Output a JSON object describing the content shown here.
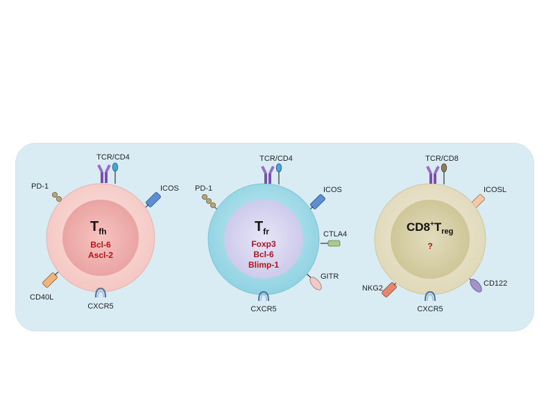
{
  "cells": [
    {
      "name": "tfh",
      "title_main": "T",
      "title_sub": "fh",
      "factors": [
        "Bcl-6",
        "Ascl-2"
      ],
      "receptors": {
        "tcr": "TCR/CD4",
        "pd1": "PD-1",
        "icos": "ICOS",
        "cd40l": "CD40L",
        "cxcr5": "CXCR5"
      }
    },
    {
      "name": "tfr",
      "title_main": "T",
      "title_sub": "fr",
      "factors": [
        "Foxp3",
        "Bcl-6",
        "Blimp-1"
      ],
      "receptors": {
        "tcr": "TCR/CD4",
        "pd1": "PD-1",
        "icos": "ICOS",
        "ctla4": "CTLA4",
        "gitr": "GITR",
        "cxcr5": "CXCR5"
      }
    },
    {
      "name": "cd8treg",
      "title_main": "CD8",
      "title_sup": "+",
      "title_main2": "T",
      "title_sub": "reg",
      "factors": [
        "?"
      ],
      "receptors": {
        "tcr": "TCR/CD8",
        "icosl": "ICOSL",
        "cd122": "CD122",
        "nkg2": "NKG2",
        "cxcr5": "CXCR5"
      }
    }
  ],
  "colors": {
    "panel": "#d9ecf3",
    "tfh_outer": "#f6cfcc",
    "tfh_inner": "#eeaaa8",
    "tfr_outer": "#a7dce8",
    "tfr_inner": "#d7d5ef",
    "treg_outer": "#e6e0c4",
    "treg_inner": "#d6cfa4",
    "factor_text": "#b0141c",
    "tcr_purple": "#9a6cc6",
    "icos_blue": "#5b8fd1",
    "cxcr5_blue": "#6f9bc8",
    "pd1_tan": "#b8a478",
    "cd40l_orange": "#f0b47d",
    "ctla4_green": "#a9c98d",
    "gitr_pink": "#f3c9c6",
    "icosl_peach": "#f6c8a8",
    "cd122_violet": "#a393c9",
    "nkg2_salmon": "#e5876c"
  }
}
